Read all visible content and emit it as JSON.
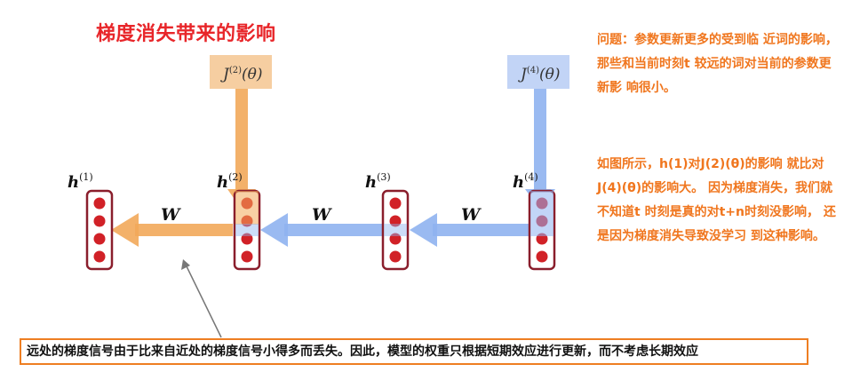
{
  "title": "梯度消失带来的影响",
  "side_paragraph_1": "问题：参数更新更多的受到临 近词的影响，那些和当前时刻t 较远的词对当前的参数更新影 响很小。",
  "side_paragraph_2": "如图所示，h(1)对J(2)(θ)的影响 就比对J(4)(θ)的影响大。 因为梯度消失，我们就不知道t 时刻是真的对t+n时刻没影响， 还是因为梯度消失导致没学习 到这种影响。",
  "caption": "远处的梯度信号由于比来自近处的梯度信号小得多而丢失。因此，模型的权重只根据短期效应进行更新，而不考虑长期效应",
  "diagram": {
    "hidden_states": [
      {
        "base": "h",
        "sup": "(1)"
      },
      {
        "base": "h",
        "sup": "(2)"
      },
      {
        "base": "h",
        "sup": "(3)"
      },
      {
        "base": "h",
        "sup": "(4)"
      }
    ],
    "weight_labels": [
      "W",
      "W",
      "W"
    ],
    "losses": [
      {
        "base": "J",
        "sup": "(2)",
        "arg": "(θ)",
        "color": "#f5a646"
      },
      {
        "base": "J",
        "sup": "(4)",
        "arg": "(θ)",
        "color": "#6f9ef0"
      }
    ],
    "colors": {
      "orange_arrow": "#f2a95a",
      "blue_arrow": "#8fb3f0",
      "neuron_fill": "#d12127",
      "neuron_border": "#8a1e2c",
      "title_red": "#e8262a",
      "text_orange": "#f0761e",
      "caption_border": "#ee7e22"
    }
  }
}
